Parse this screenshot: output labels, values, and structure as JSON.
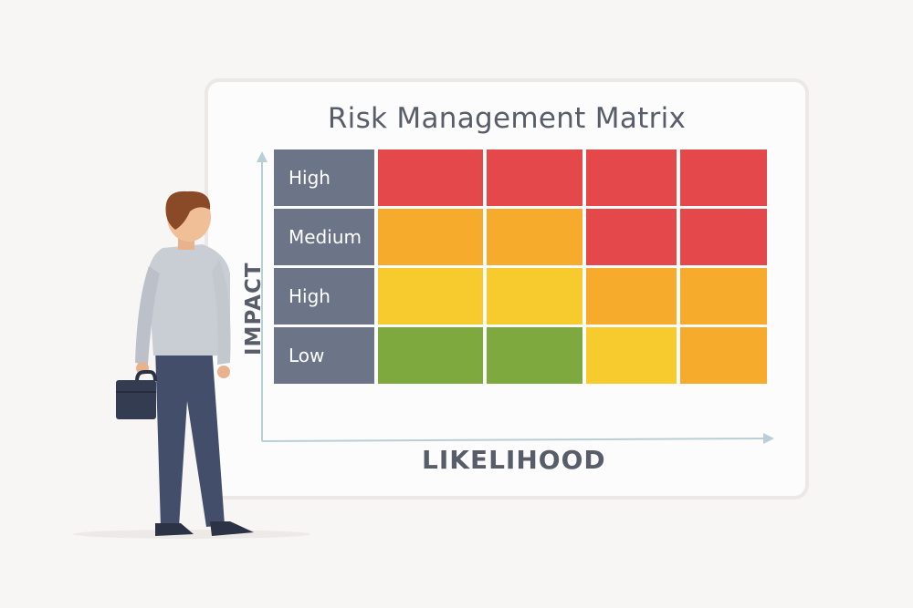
{
  "diagram": {
    "title": "Risk Management Matrix",
    "x_axis_label": "LIKELIHOOD",
    "y_axis_label": "IMPACT",
    "row_labels": [
      "High",
      "Medium",
      "High",
      "Low"
    ],
    "colors": {
      "red": "#e5484b",
      "orange": "#f6ab2c",
      "yellow": "#f7ca2e",
      "green": "#7da93e",
      "label_bg": "#6c7488"
    },
    "cells": [
      [
        "red",
        "red",
        "red",
        "red"
      ],
      [
        "orange",
        "orange",
        "red",
        "red"
      ],
      [
        "yellow",
        "yellow",
        "orange",
        "orange"
      ],
      [
        "green",
        "green",
        "yellow",
        "orange"
      ]
    ]
  }
}
